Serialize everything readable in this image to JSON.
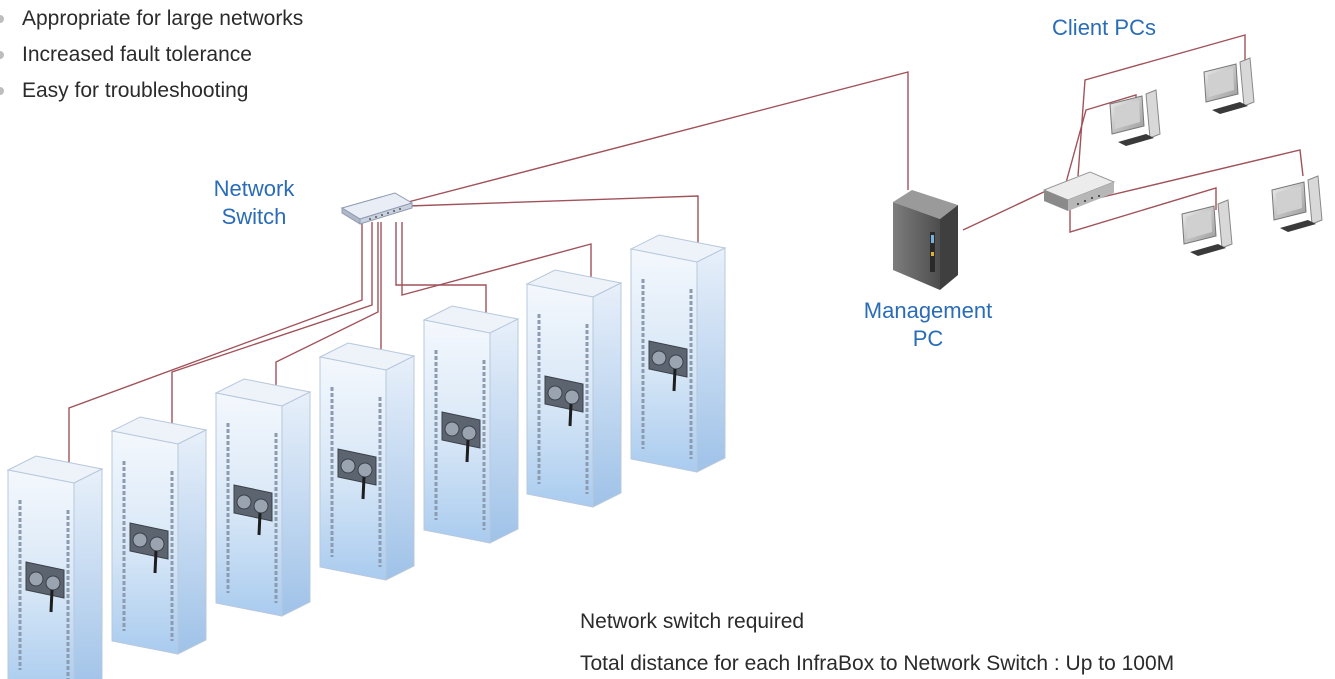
{
  "bullets": [
    "Appropriate for large networks",
    "Increased fault tolerance",
    "Easy for troubleshooting"
  ],
  "labels": {
    "network_switch_line1": "Network",
    "network_switch_line2": "Switch",
    "management_line1": "Management",
    "management_line2": "PC",
    "client_pcs": "Client PCs"
  },
  "notes": {
    "switch_required": "Network switch required",
    "distance": "Total distance for each InfraBox to Network Switch : Up to 100M"
  },
  "colors": {
    "label_blue": "#2a6cb6",
    "cable": "#a0525a",
    "rack_glass": "#cfe2f5"
  },
  "rack_count": 7,
  "client_pc_count": 4
}
